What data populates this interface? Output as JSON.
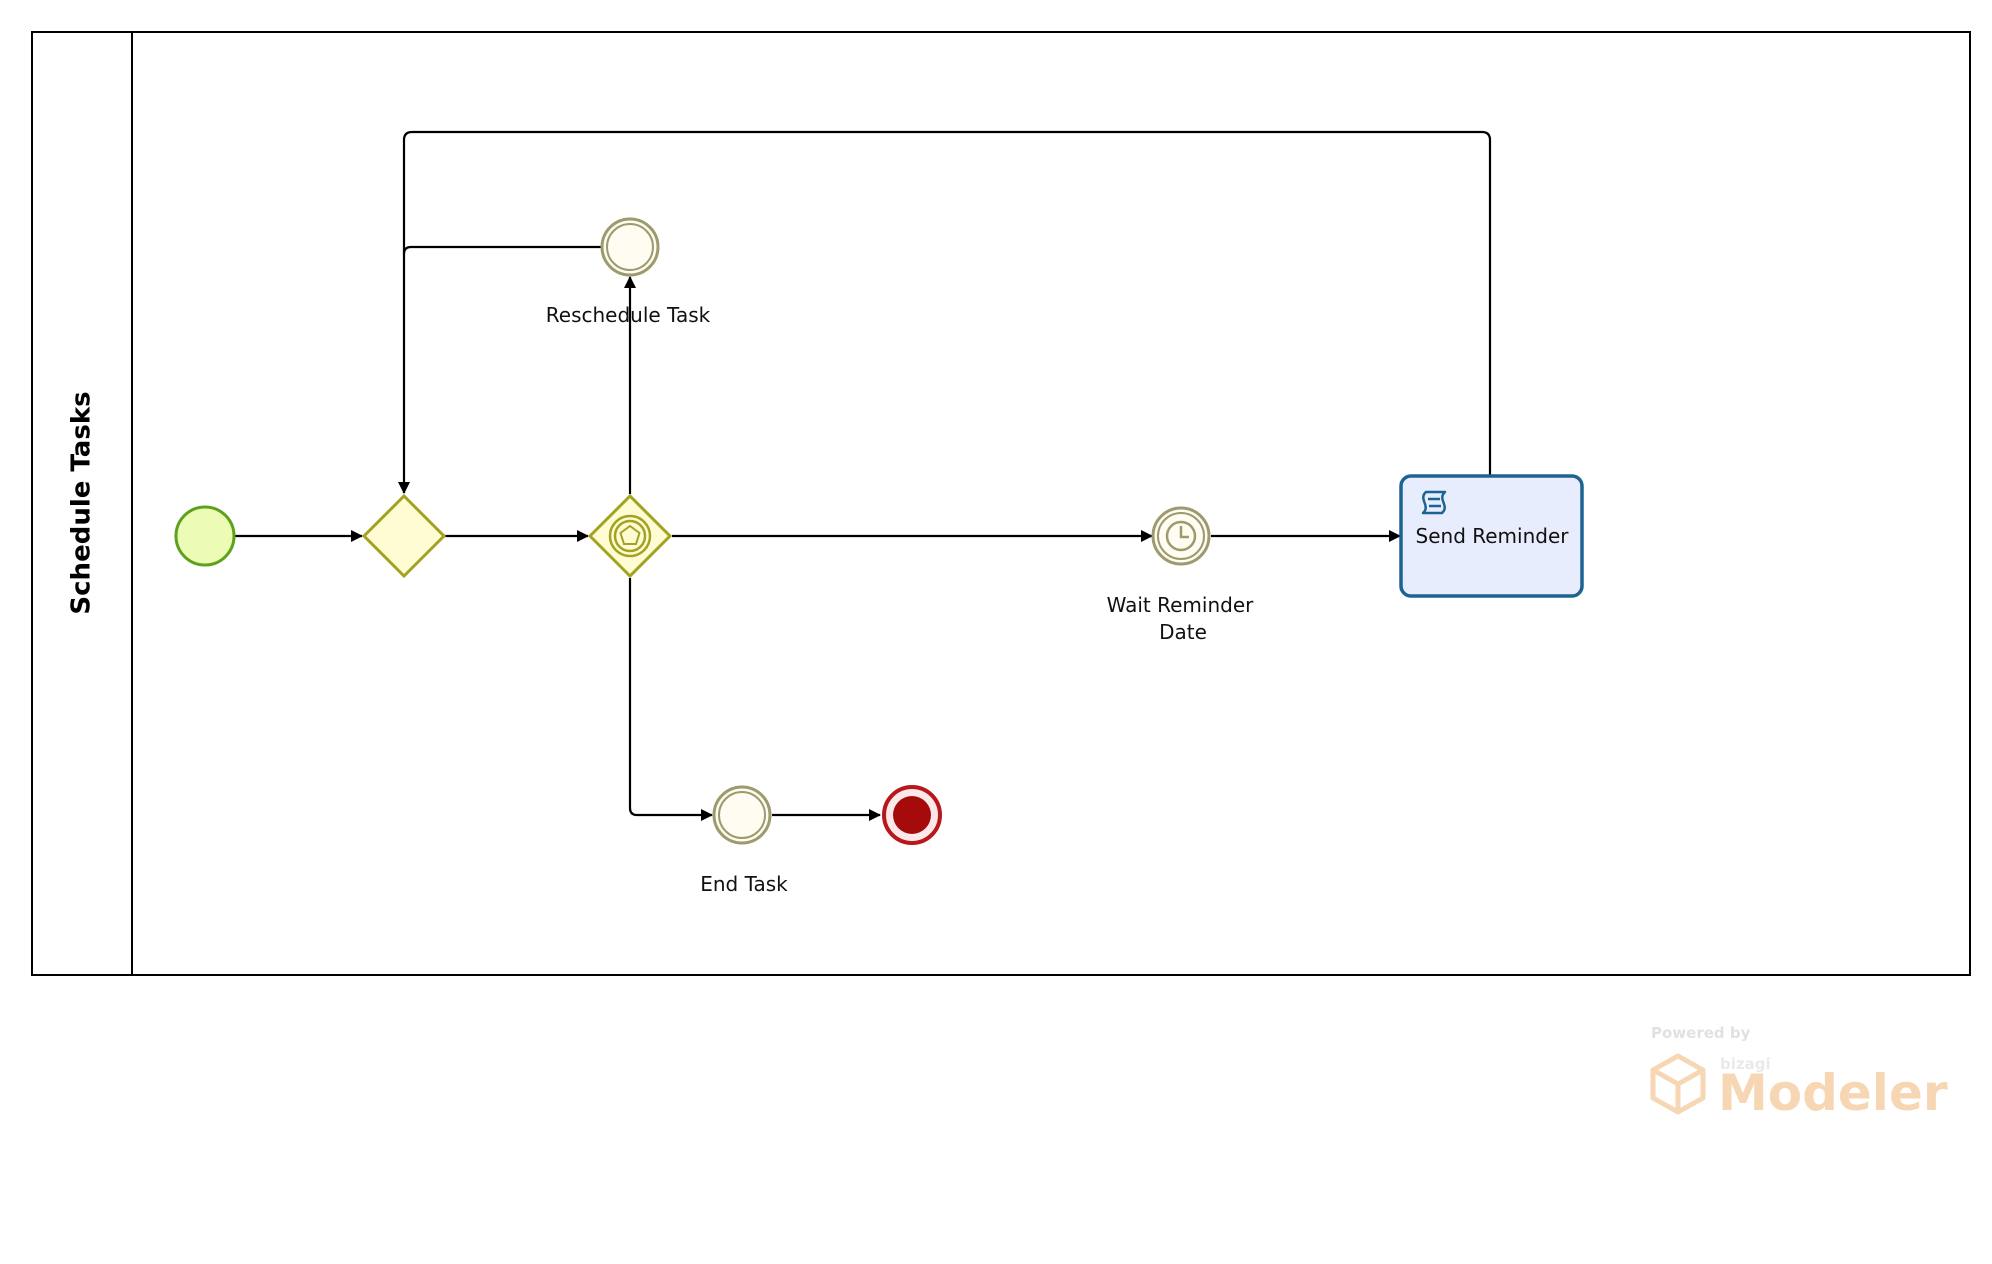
{
  "lane": {
    "title": "Schedule Tasks"
  },
  "nodes": {
    "reschedule_task": {
      "label": "Reschedule Task"
    },
    "wait_reminder": {
      "label_line1": "Wait Reminder",
      "label_line2": "Date"
    },
    "send_reminder": {
      "label": "Send Reminder"
    },
    "end_task": {
      "label": "End Task"
    }
  },
  "watermark": {
    "powered_by": "Powered by",
    "brand": "bizagi",
    "product": "Modeler"
  },
  "colors": {
    "start_fill": "#ecfcb4",
    "start_stroke": "#5fa01e",
    "gateway_fill": "#fffbd2",
    "gateway_stroke": "#a3a322",
    "event_fill": "#fffcf2",
    "event_stroke": "#9c9a6e",
    "task_fill": "#e8edfd",
    "task_stroke": "#1d6391",
    "end_fill": "#a50b0b",
    "end_stroke": "#b9171d",
    "watermark": "#f6cfa6"
  }
}
